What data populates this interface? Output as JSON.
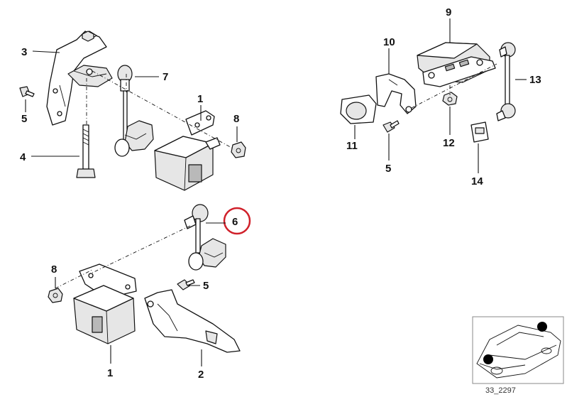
{
  "diagram": {
    "code": "33_2297",
    "callouts": {
      "c1_top": "1",
      "c3": "3",
      "c4": "4",
      "c5_left": "5",
      "c7": "7",
      "c8_top": "8",
      "c9": "9",
      "c10": "10",
      "c11": "11",
      "c5_right": "5",
      "c12": "12",
      "c13": "13",
      "c14": "14",
      "c6": "6",
      "c8_bottom": "8",
      "c5_bottom": "5",
      "c1_bottom": "1",
      "c2": "2"
    },
    "highlighted_callout": "6",
    "colors": {
      "line": "#111111",
      "highlight_ring": "#d0202a",
      "marker_dot": "#000000",
      "inset_border": "#888888"
    }
  }
}
